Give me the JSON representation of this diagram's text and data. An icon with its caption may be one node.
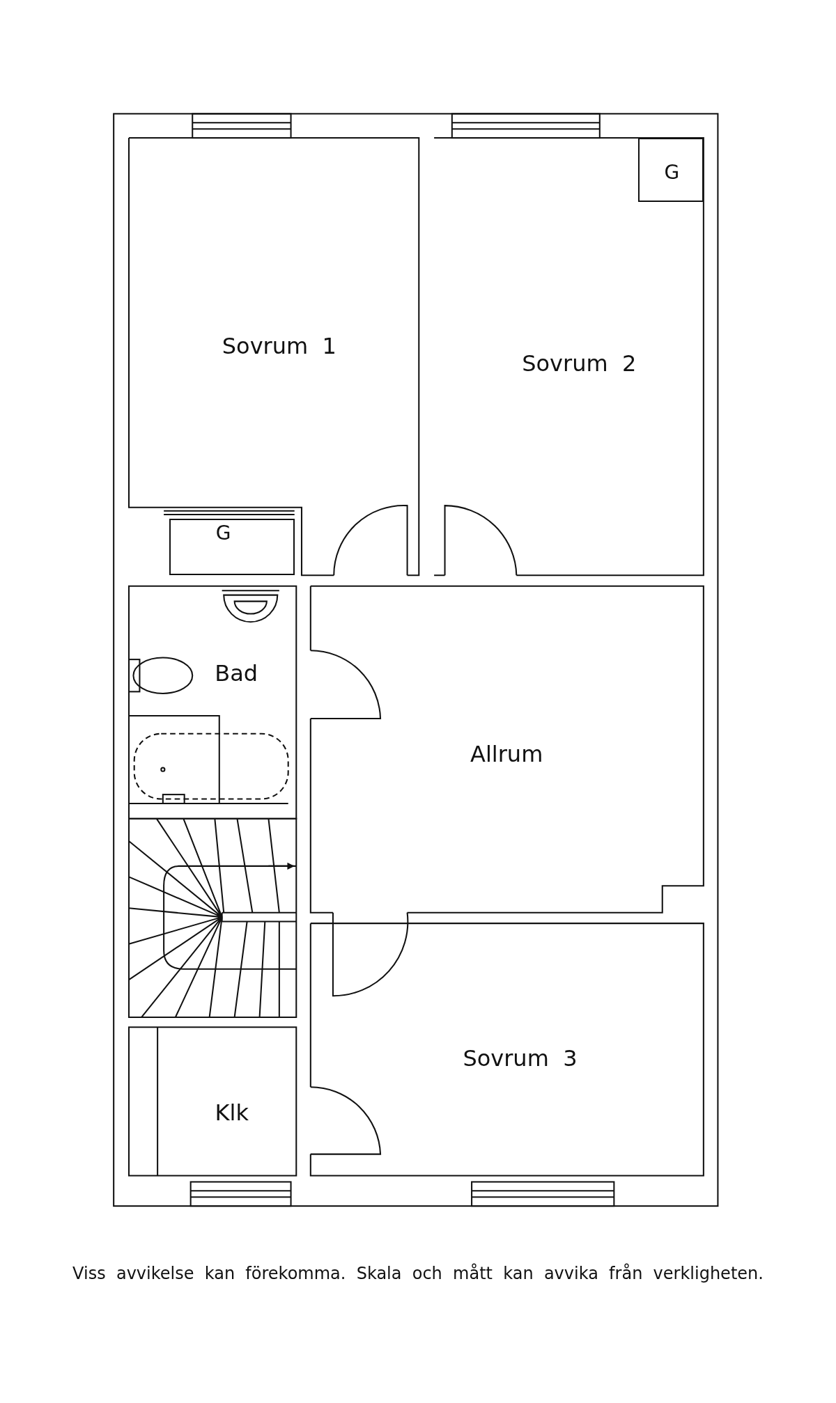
{
  "diagram": {
    "caption": "Viss  avvikelse  kan  förekomma.  Skala  och  mått  kan  avvika  från  verkligheten.",
    "nodes": [
      {
        "text": [
          "Sovrum  1"
        ]
      },
      {
        "text": [
          "G"
        ],
        "in": 0
      },
      {
        "text": [
          "Sovrum  2"
        ]
      },
      {
        "text": [
          "G"
        ],
        "in": 2
      },
      {
        "text": [
          "Bad"
        ]
      },
      {
        "text": [
          "Allrum"
        ]
      },
      {
        "text": [
          "Sovrum  3"
        ]
      },
      {
        "text": [
          "Klk"
        ]
      }
    ]
  }
}
